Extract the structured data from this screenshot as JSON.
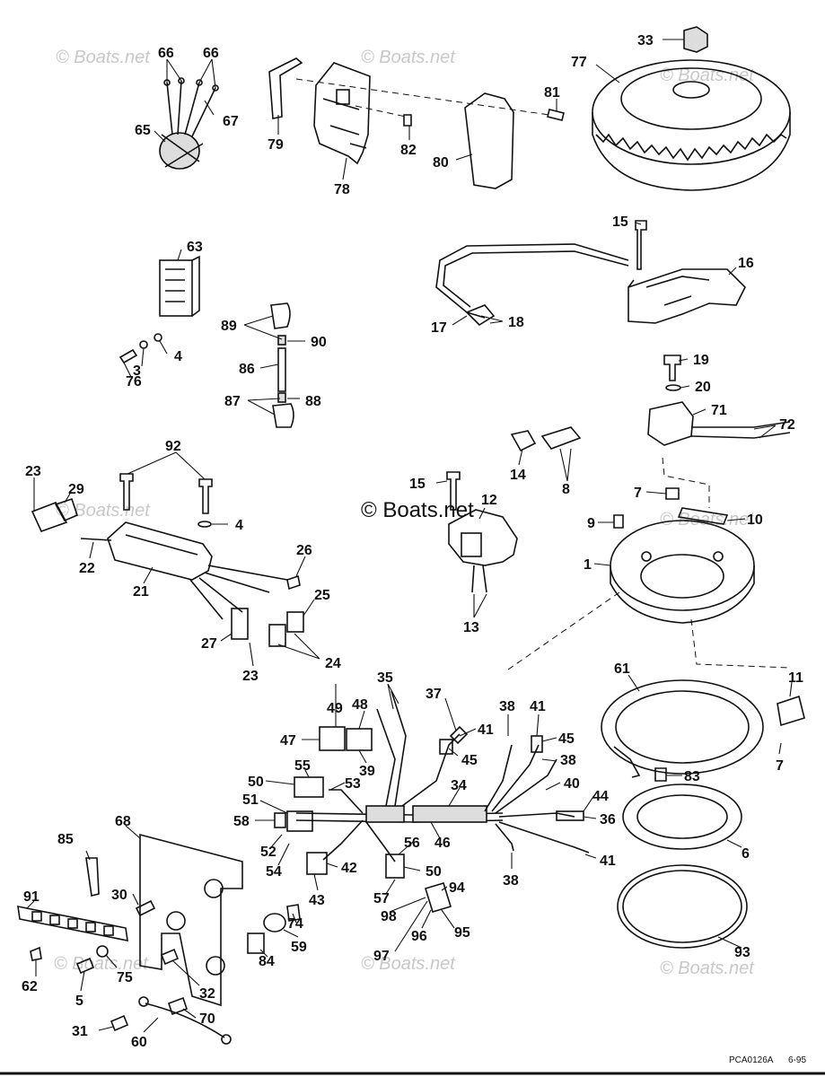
{
  "watermarks": [
    {
      "text": "© Boats.net"
    },
    {
      "text": "© Boats.net"
    },
    {
      "text": "© Boats.net"
    },
    {
      "text": "© Boats.net"
    },
    {
      "text": "© Boats.net"
    },
    {
      "text": "© Boats.net"
    },
    {
      "text": "© Boats.net"
    },
    {
      "text": "© Boats.net"
    }
  ],
  "center_watermark": "© Boats.net",
  "footer": {
    "code": "PCA0126A",
    "date": "6-95"
  },
  "callouts": [
    "66",
    "66",
    "67",
    "65",
    "79",
    "78",
    "82",
    "80",
    "81",
    "33",
    "77",
    "63",
    "4",
    "3",
    "76",
    "89",
    "90",
    "86",
    "87",
    "88",
    "15",
    "16",
    "17",
    "18",
    "19",
    "20",
    "71",
    "72",
    "23",
    "29",
    "92",
    "4",
    "22",
    "21",
    "26",
    "25",
    "27",
    "23",
    "24",
    "14",
    "8",
    "15",
    "12",
    "13",
    "7",
    "10",
    "9",
    "1",
    "61",
    "11",
    "7",
    "35",
    "48",
    "49",
    "37",
    "47",
    "39",
    "41",
    "45",
    "38",
    "41",
    "45",
    "38",
    "40",
    "44",
    "36",
    "50",
    "55",
    "53",
    "51",
    "58",
    "34",
    "46",
    "52",
    "54",
    "56",
    "50",
    "42",
    "43",
    "38",
    "41",
    "57",
    "94",
    "98",
    "95",
    "97",
    "96",
    "83",
    "6",
    "93",
    "68",
    "85",
    "91",
    "30",
    "74",
    "59",
    "84",
    "62",
    "75",
    "5",
    "32",
    "31",
    "70",
    "60"
  ]
}
